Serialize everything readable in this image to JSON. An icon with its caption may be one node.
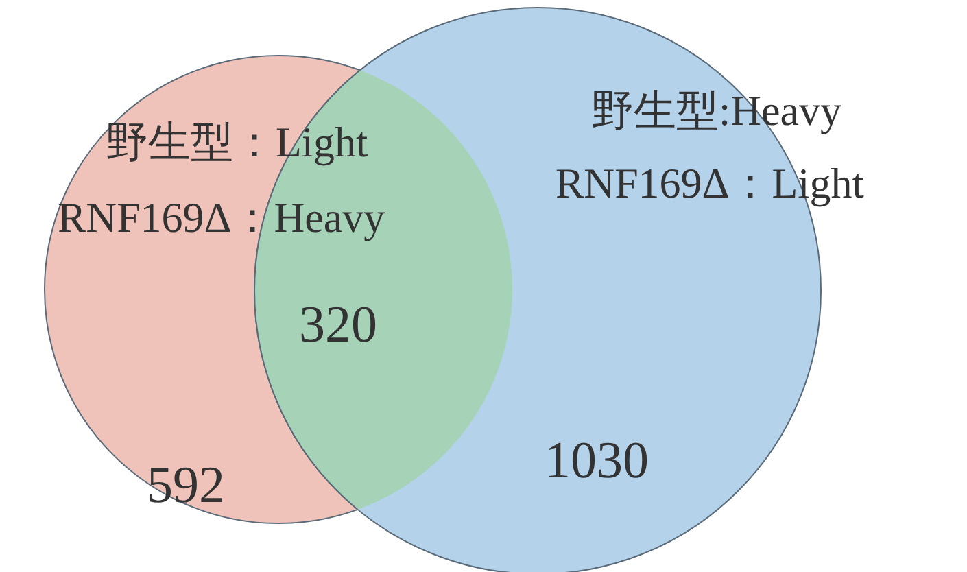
{
  "diagram": {
    "nodes": [
      {
        "text": [
          "野生型：Light",
          "RNF169Δ：Heavy",
          "592"
        ]
      },
      {
        "text": [
          "野生型:Heavy",
          "RNF169Δ：Light",
          "1030"
        ]
      }
    ],
    "labels": [
      "320"
    ]
  }
}
